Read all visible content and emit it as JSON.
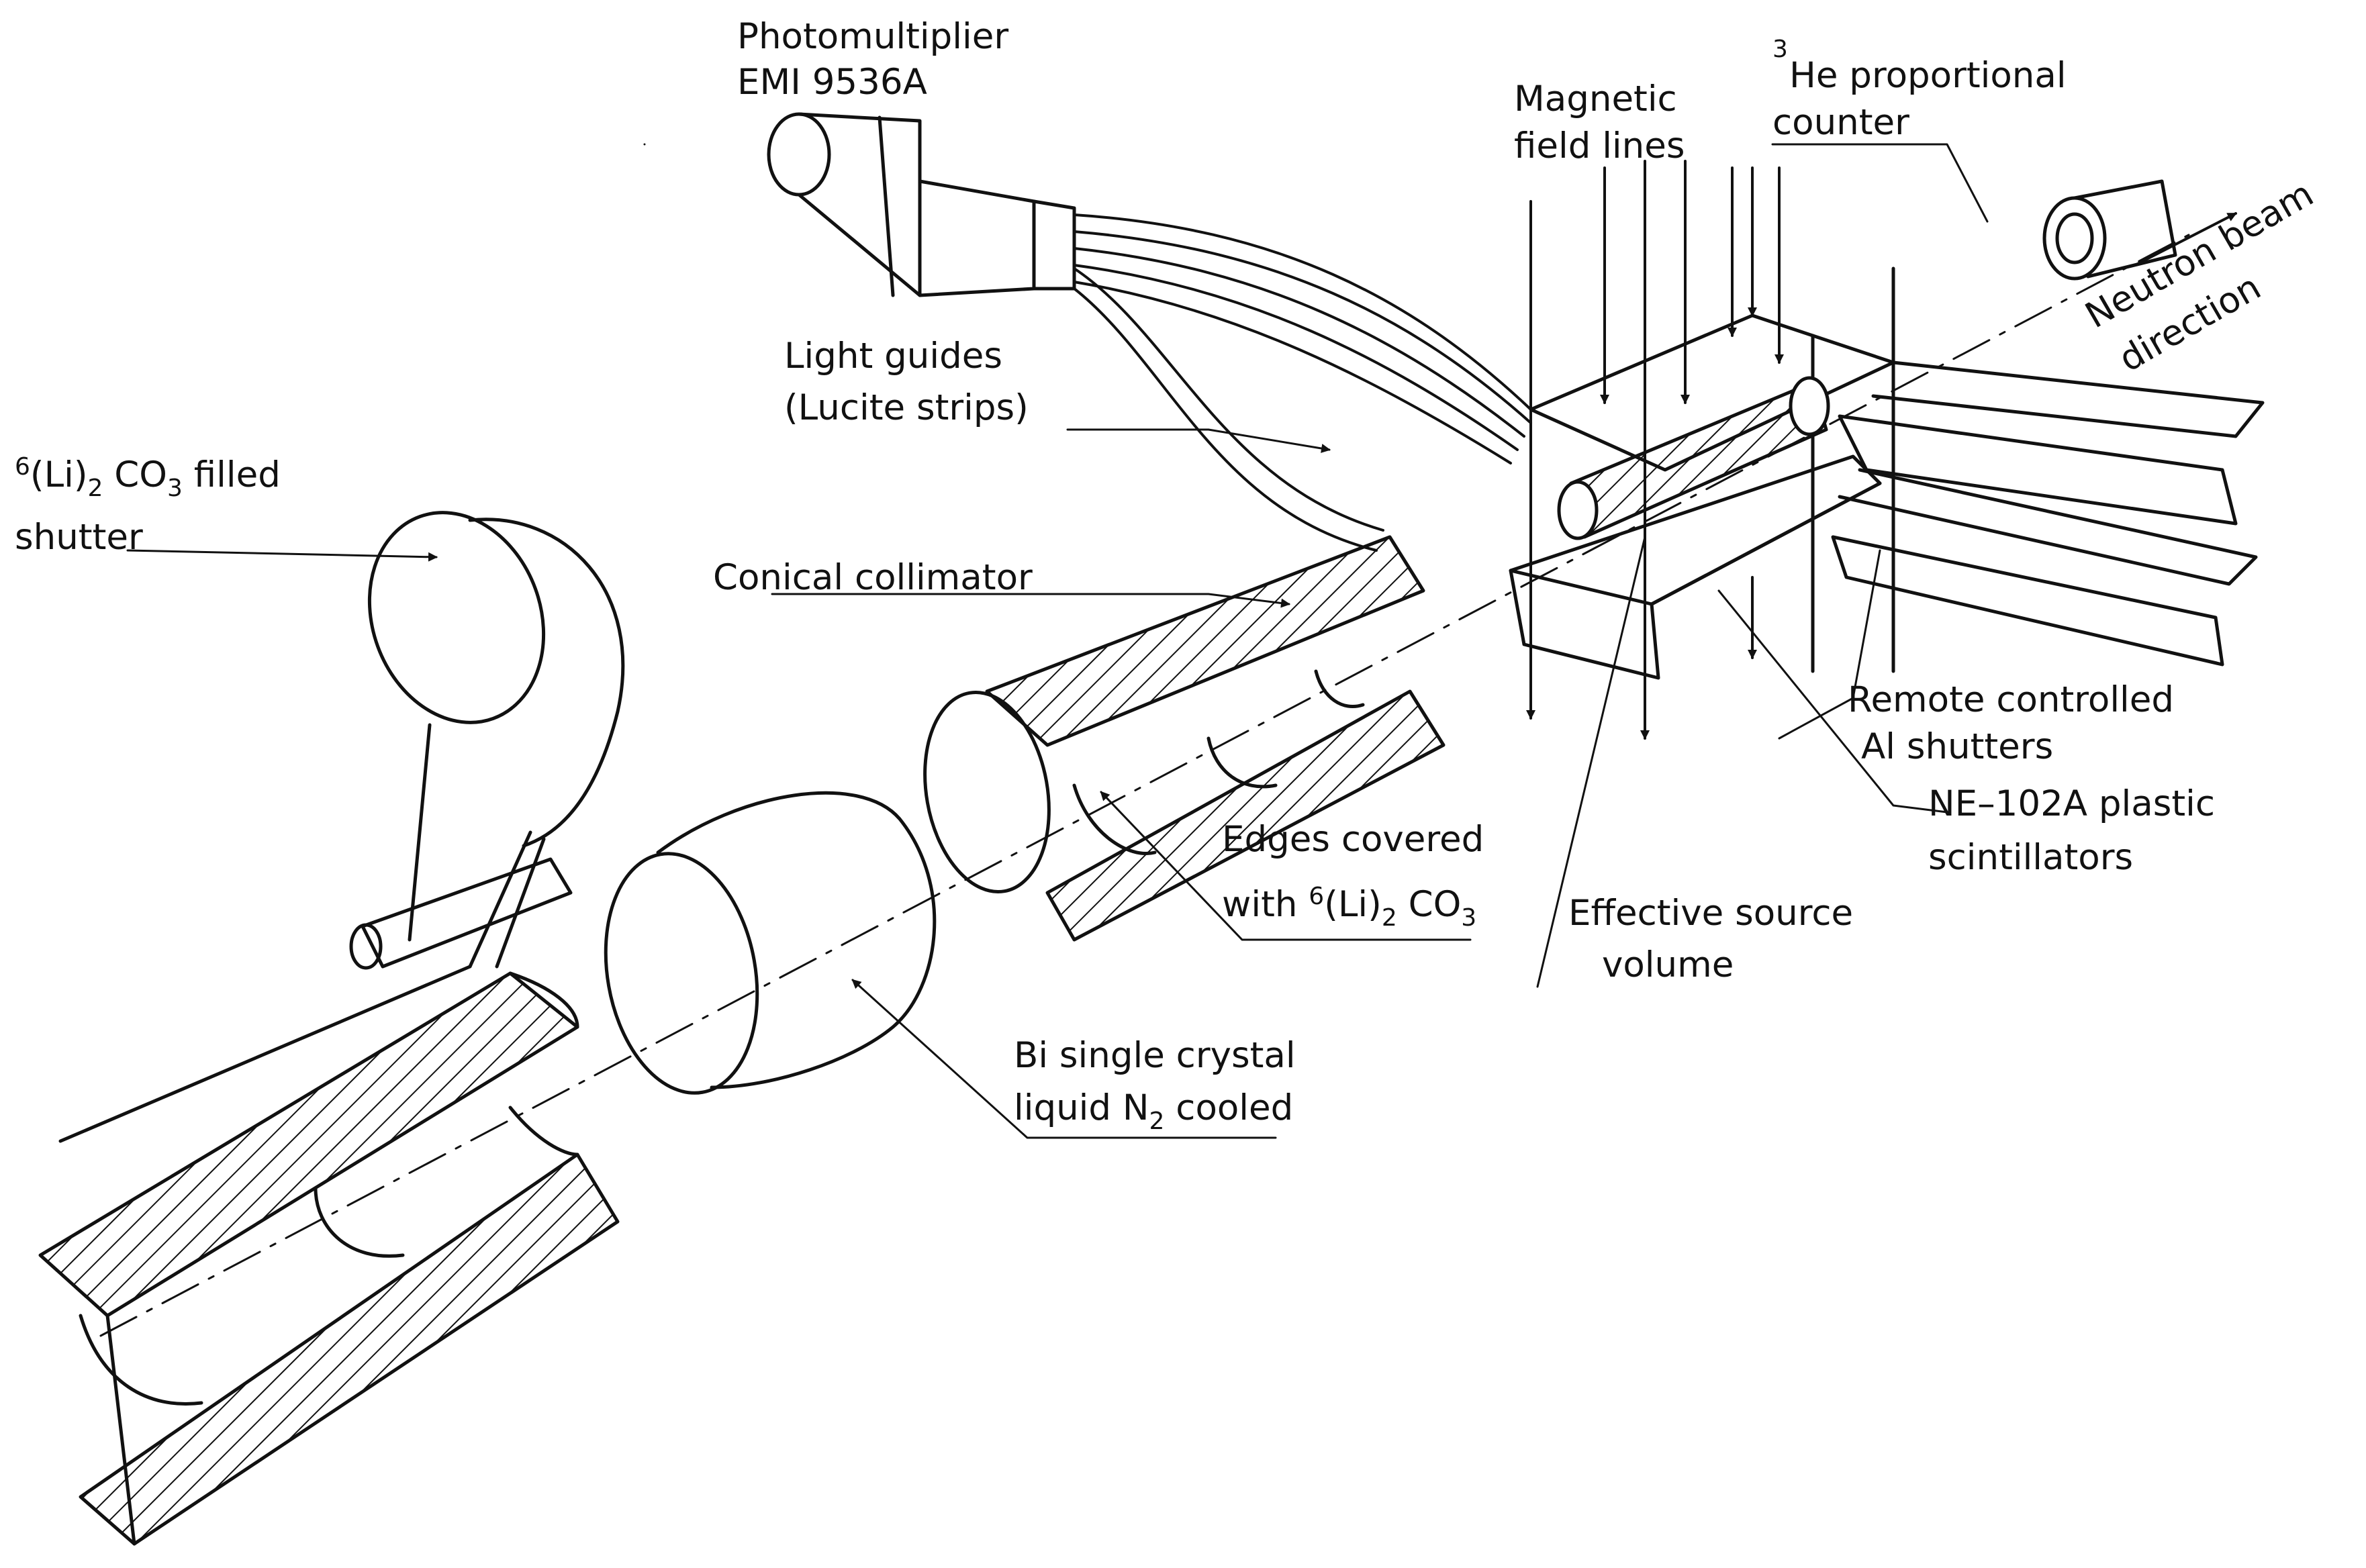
{
  "labels": {
    "photomultiplier": {
      "line1": "Photomultiplier",
      "line2": "EMI 9536A"
    },
    "magnetic": {
      "line1": "Magnetic",
      "line2": "field lines"
    },
    "he3": {
      "sup": "3",
      "line1": "He proportional",
      "line2": "counter"
    },
    "neutron": {
      "line1": "Neutron beam",
      "line2": "direction"
    },
    "light_guides": {
      "line1": "Light guides",
      "line2": "(Lucite strips)"
    },
    "li_shutter": {
      "sup": "6",
      "line1_a": "(Li)",
      "line1_sub": "2",
      "line1_b": " CO",
      "line1_sub2": "3",
      "line1_c": " filled",
      "line2": "shutter"
    },
    "conical": "Conical collimator",
    "remote": {
      "line1": "Remote controlled",
      "line2": "Al shutters"
    },
    "ne102": {
      "line1": "NE–102A plastic",
      "line2": "scintillators"
    },
    "edges": {
      "line1": "Edges covered",
      "line2_a": "with ",
      "line2_sup": "6",
      "line2_b": "(Li)",
      "line2_sub": "2",
      "line2_c": " CO",
      "line2_sub2": "3"
    },
    "effective": {
      "line1": "Effective source",
      "line2": "volume"
    },
    "bi": {
      "line1": "Bi single crystal",
      "line2_a": "liquid N",
      "line2_sub": "2",
      "line2_b": " cooled"
    }
  }
}
